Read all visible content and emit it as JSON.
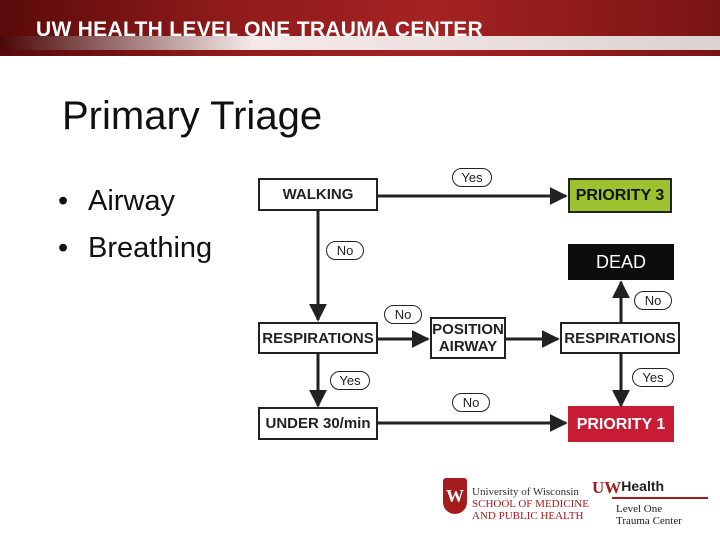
{
  "header": {
    "title": "UW HEALTH LEVEL ONE TRAUMA CENTER"
  },
  "slide": {
    "title": "Primary Triage",
    "bullets": [
      "Airway",
      "Breathing"
    ]
  },
  "flowchart": {
    "boxes": {
      "walking": "WALKING",
      "respirations_left": "RESPIRATIONS",
      "position_airway_line1": "POSITION",
      "position_airway_line2": "AIRWAY",
      "respirations_right": "RESPIRATIONS",
      "under_30": "UNDER 30/min",
      "dead": "DEAD",
      "priority_3": "PRIORITY 3",
      "priority_1": "PRIORITY 1"
    },
    "labels": {
      "walking_yes": "Yes",
      "walking_no": "No",
      "respirations_no": "No",
      "respirations_yes": "Yes",
      "airway_no": "No",
      "airway_yes": "Yes",
      "under30_no": "No"
    },
    "colors": {
      "priority_3": "#9cc32f",
      "priority_1": "#c81c34",
      "dead": "#0d0d0d"
    }
  },
  "footer": {
    "uw_crest": "W",
    "uw_line1": "University of Wisconsin",
    "uw_line2": "SCHOOL OF MEDICINE",
    "uw_line3": "AND PUBLIC HEALTH",
    "health_uw": "UW",
    "health_word": "Health",
    "health_sub1": "Level One",
    "health_sub2": "Trauma Center"
  }
}
